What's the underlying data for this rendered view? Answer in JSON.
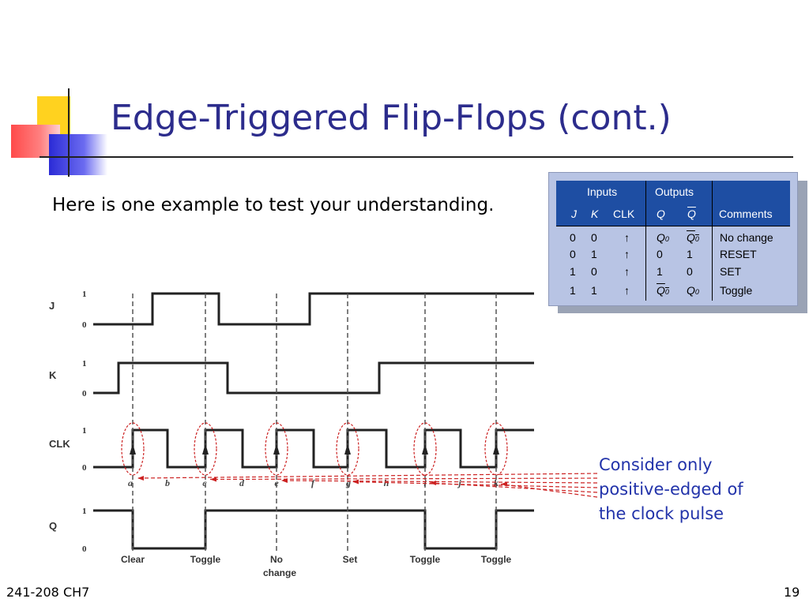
{
  "slide": {
    "title": "Edge-Triggered Flip-Flops (cont.)",
    "subtitle": "Here is one example to test your understanding.",
    "note": "Consider only positive-edged of the clock pulse",
    "footer_left": "241-208 CH7",
    "page_number": "19"
  },
  "truth_table": {
    "group_inputs": "Inputs",
    "group_outputs": "Outputs",
    "headers": {
      "j": "J",
      "k": "K",
      "clk": "CLK",
      "q": "Q",
      "qbar": "Q",
      "comments": "Comments"
    },
    "rows": [
      {
        "j": "0",
        "k": "0",
        "clk": "↑",
        "q": "Q",
        "q_sub": "0",
        "qbar": "Q",
        "qbar_sub": "0",
        "comment": "No change"
      },
      {
        "j": "0",
        "k": "1",
        "clk": "↑",
        "q": "0",
        "q_sub": "",
        "qbar": "1",
        "qbar_sub": "",
        "comment": "RESET"
      },
      {
        "j": "1",
        "k": "0",
        "clk": "↑",
        "q": "1",
        "q_sub": "",
        "qbar": "0",
        "qbar_sub": "",
        "comment": "SET"
      },
      {
        "j": "1",
        "k": "1",
        "clk": "↑",
        "q": "Q",
        "q_sub": "0",
        "qbar": "Q",
        "qbar_sub": "0",
        "comment": "Toggle"
      }
    ]
  },
  "timing": {
    "signals": [
      "J",
      "K",
      "CLK",
      "Q"
    ],
    "high_label": "1",
    "low_label": "0",
    "segments": [
      "a",
      "b",
      "c",
      "d",
      "e",
      "f",
      "g",
      "h",
      "i",
      "j",
      "k"
    ],
    "q_labels": [
      "Clear",
      "Toggle",
      "No change",
      "Set",
      "Toggle",
      "Toggle"
    ],
    "colors": {
      "waveform": "#222222",
      "annotation": "#cc2222",
      "text": "#2233aa",
      "title": "#2c2c8c"
    }
  }
}
